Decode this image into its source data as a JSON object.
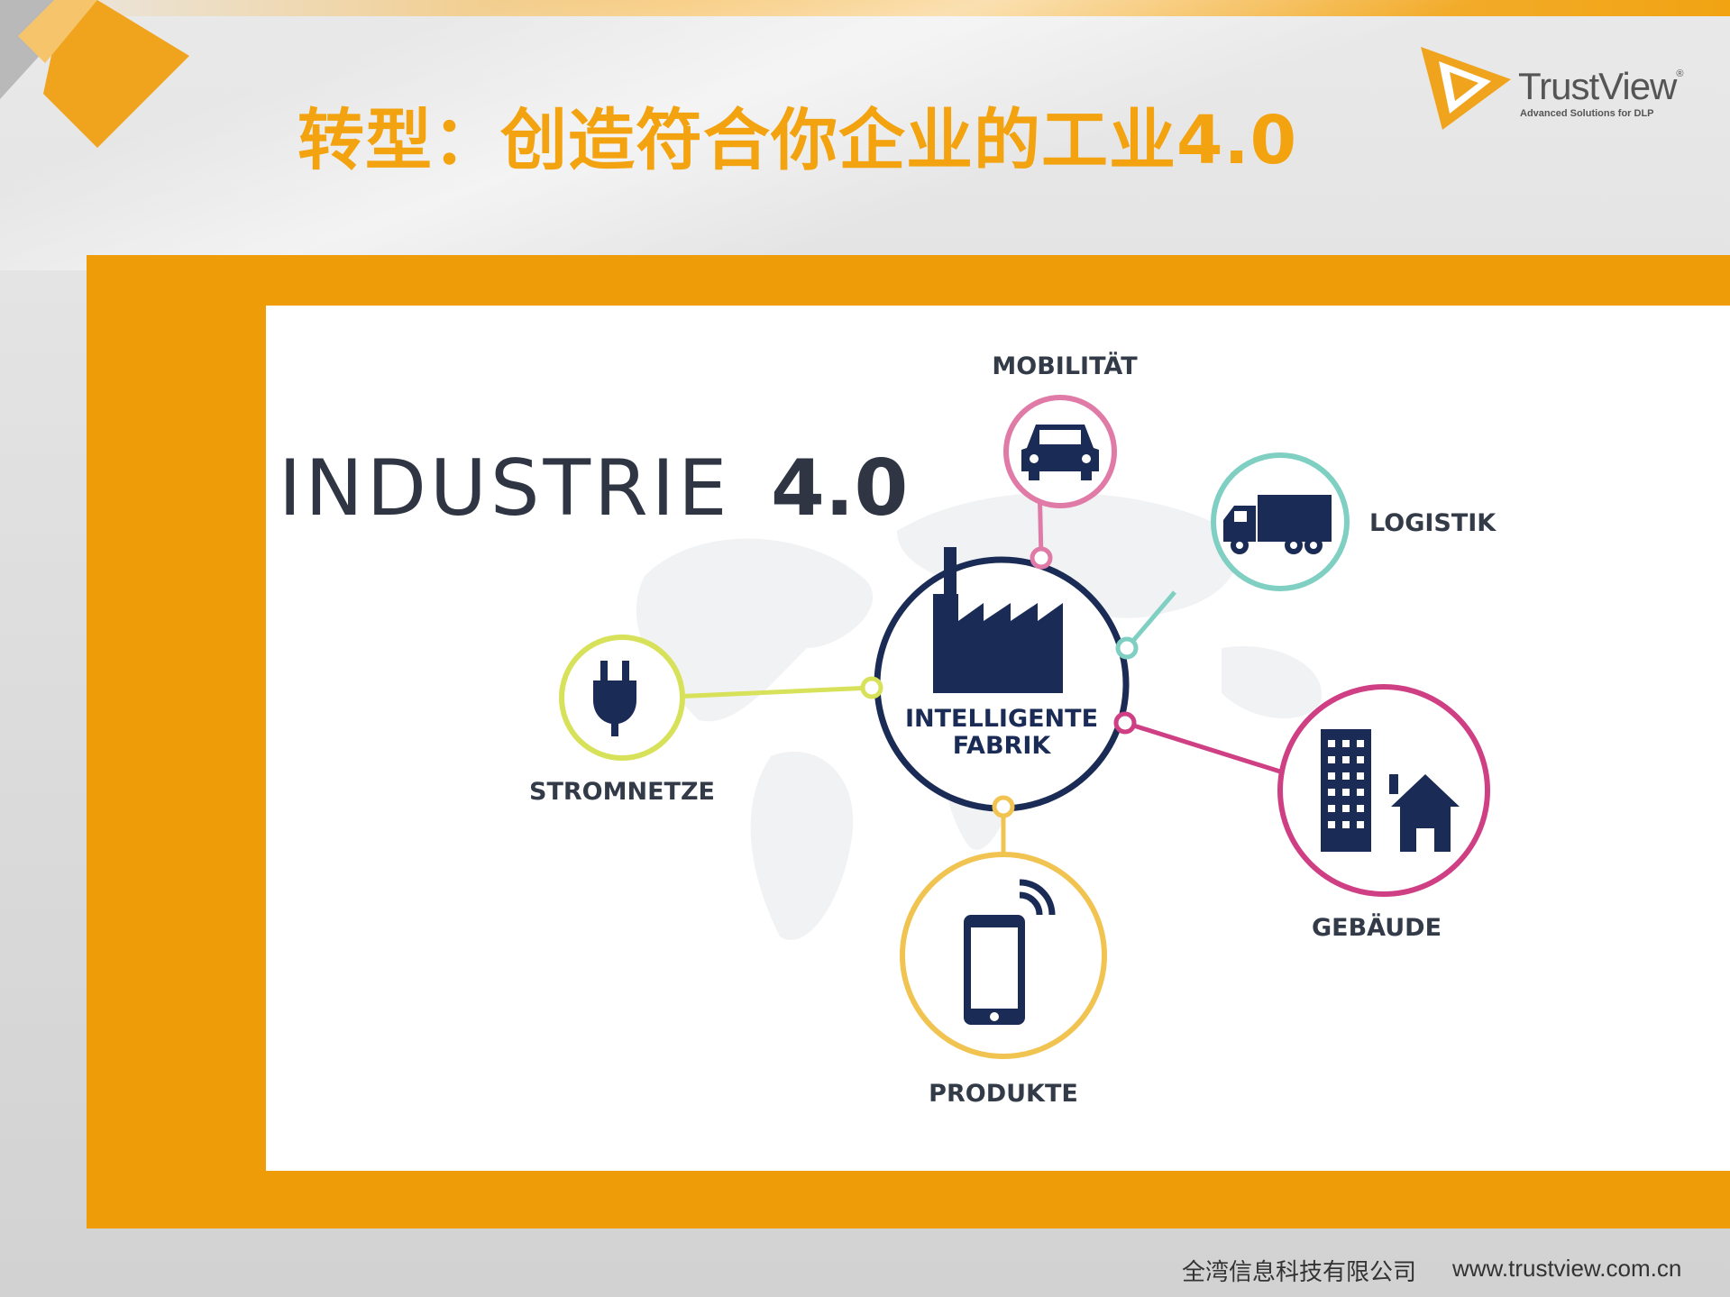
{
  "slide": {
    "title": "转型：创造符合你企业的工业4.0",
    "logo": {
      "wordmark": "TrustView",
      "registered": "®",
      "tagline": "Advanced Solutions for DLP"
    },
    "footer": {
      "company": "全湾信息科技有限公司",
      "url": "www.trustview.com.cn"
    }
  },
  "diagram": {
    "heading_light": "INDUSTRIE",
    "heading_bold": "4.0",
    "center_label_line1": "INTELLIGENTE",
    "center_label_line2": "FABRIK",
    "nodes": {
      "mobilitaet": {
        "label": "MOBILITÄT",
        "icon": "car-icon",
        "color": "#e07aa6"
      },
      "logistik": {
        "label": "LOGISTIK",
        "icon": "truck-icon",
        "color": "#7fcfc2"
      },
      "stromnetze": {
        "label": "STROMNETZE",
        "icon": "power-plug-icon",
        "color": "#d7e25a"
      },
      "gebaeude": {
        "label": "GEBÄUDE",
        "icon": "buildings-icon",
        "color": "#cf3f84"
      },
      "produkte": {
        "label": "PRODUKTE",
        "icon": "smartphone-icon",
        "color": "#f1c451"
      }
    }
  },
  "colors": {
    "accent_orange": "#ee9c07",
    "title_orange": "#f2a30f",
    "navy": "#1a2b55",
    "ink": "#333b48"
  }
}
